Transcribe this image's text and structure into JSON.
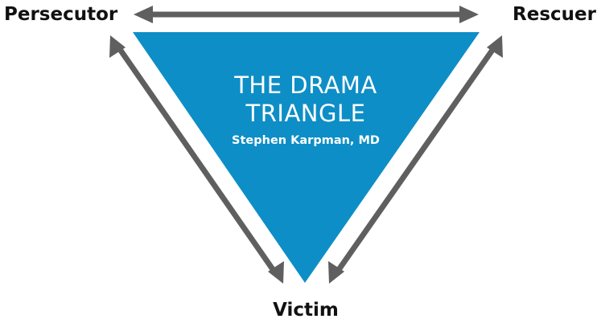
{
  "diagram": {
    "title_line1": "THE DRAMA",
    "title_line2": "TRIANGLE",
    "subtitle": "Stephen Karpman, MD",
    "roles": {
      "persecutor": "Persecutor",
      "rescuer": "Rescuer",
      "victim": "Victim"
    },
    "colors": {
      "triangle": "#0d8ec6",
      "arrows": "#5f5f5f",
      "text_on_triangle": "#ffffff",
      "labels": "#111111"
    }
  }
}
